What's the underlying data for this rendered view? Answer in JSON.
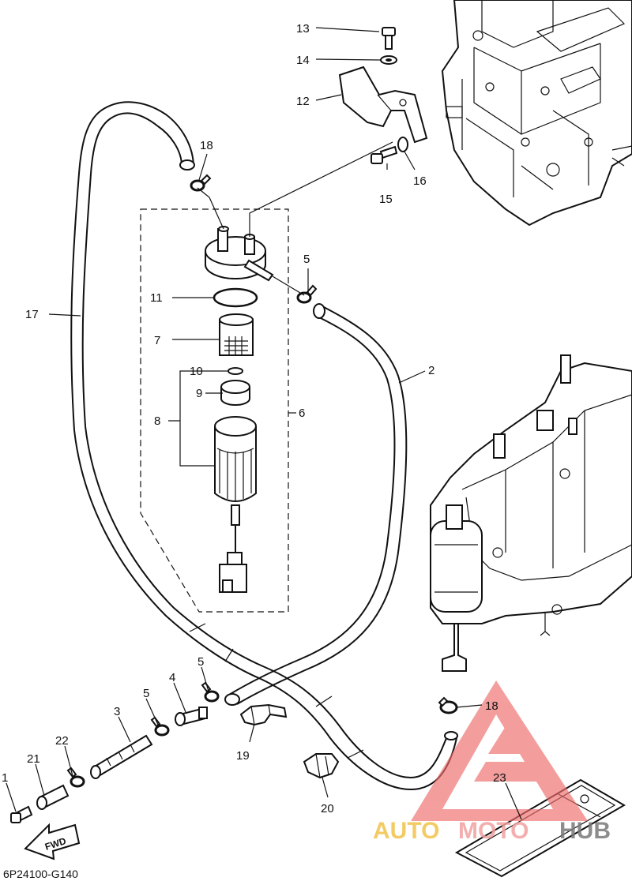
{
  "diagram_code": "6P24100-G140",
  "fwd_label": "FWD",
  "watermark": {
    "auto": "AUTO",
    "moto": "MOTO",
    "hub": "HUB",
    "colors": {
      "auto": "#f2c24a",
      "moto": "#f2a0a0",
      "hub": "#7a7a7a",
      "triangle": "#ee6a6a"
    }
  },
  "callouts": {
    "c1": "1",
    "c2": "2",
    "c3": "3",
    "c4": "4",
    "c5a": "5",
    "c5b": "5",
    "c5c": "5",
    "c6": "6",
    "c7": "7",
    "c8": "8",
    "c9": "9",
    "c10": "10",
    "c11": "11",
    "c12": "12",
    "c13": "13",
    "c14": "14",
    "c15": "15",
    "c16": "16",
    "c17": "17",
    "c18a": "18",
    "c18b": "18",
    "c19": "19",
    "c20": "20",
    "c21": "21",
    "c22": "22",
    "c23": "23"
  }
}
